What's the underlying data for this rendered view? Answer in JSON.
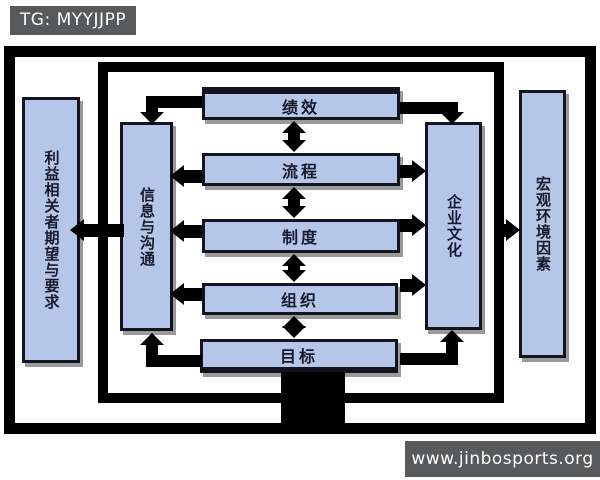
{
  "header": {
    "tag_label": "TG: MYYJJPP"
  },
  "diagram": {
    "left_box_label": "利益相关者期望与要求",
    "info_box_label": "信息与沟通",
    "center_boxes": [
      "绩效",
      "流程",
      "制度",
      "组织",
      "目标"
    ],
    "culture_box_label": "企业文化",
    "right_box_label": "宏观环境因素"
  },
  "footer": {
    "site_label": "www.jinbosports.org"
  },
  "colors": {
    "box_fill": "#b5c6e8",
    "box_border": "#14141e",
    "label_bar_bg": "#58595b",
    "connector": "#000000"
  }
}
